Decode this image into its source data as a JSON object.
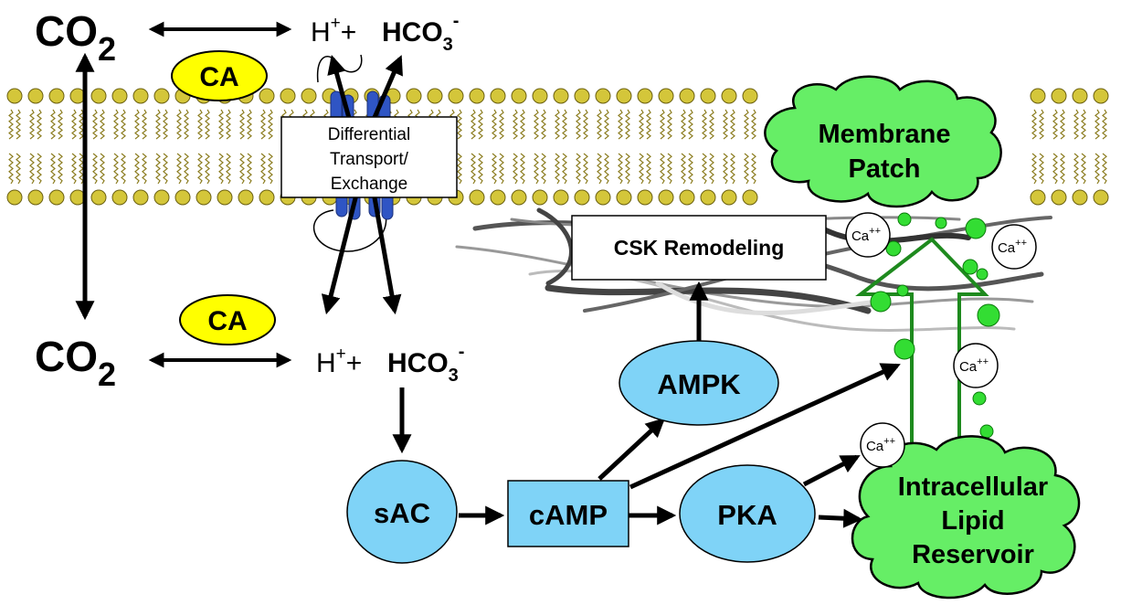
{
  "colors": {
    "node_fill": "#7fd3f7",
    "ca_fill": "#ffff00",
    "cloud_fill": "#66ee66",
    "lipid_head": "#d4c63a",
    "lipid_tail": "#8c7d20",
    "channel": "#2f55c4",
    "green_arrow": "#1e8a1e",
    "vesicle": "#33dd33",
    "filament_dark": "#444444",
    "filament_light": "#a8a8a8"
  },
  "chem": {
    "co2_top": {
      "main": "CO",
      "sub": "2"
    },
    "co2_bottom": {
      "main": "CO",
      "sub": "2"
    },
    "h_top": {
      "main": "H",
      "sup": "+",
      "plus": "+ "
    },
    "hco3_top": {
      "main": "HCO",
      "sub": "3",
      "sup": "-"
    },
    "h_bottom": {
      "main": "H",
      "sup": "+",
      "plus": "+ "
    },
    "hco3_bottom": {
      "main": "HCO",
      "sub": "3",
      "sup": "-"
    }
  },
  "enzymes": {
    "ca_top": "CA",
    "ca_bottom": "CA"
  },
  "transporter": {
    "line1": "Differential",
    "line2": "Transport/",
    "line3": "Exchange"
  },
  "csk": "CSK Remodeling",
  "nodes": {
    "sac": "sAC",
    "camp": "cAMP",
    "pka": "PKA",
    "ampk": "AMPK"
  },
  "clouds": {
    "membrane_patch": {
      "line1": "Membrane",
      "line2": "Patch"
    },
    "reservoir": {
      "line1": "Intracellular",
      "line2": "Lipid",
      "line3": "Reservoir"
    }
  },
  "calcium": {
    "main": "Ca",
    "sup": "++"
  }
}
